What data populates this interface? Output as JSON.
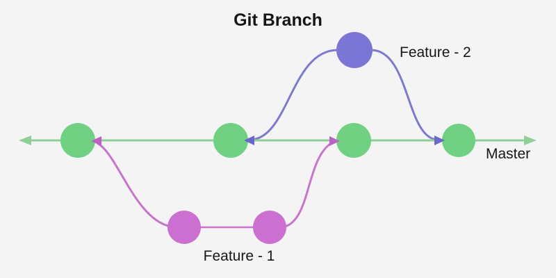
{
  "title": "Git Branch",
  "colors": {
    "background": "#f4f4f5",
    "text": "#161616",
    "master_line": "#8fce96",
    "master_commit": "#6fd181",
    "feature1_line": "#c873cc",
    "feature1_commit": "#cb70d0",
    "feature1_arrow": "#bc62c4",
    "feature2_line": "#7d78d2",
    "feature2_commit": "#7b76d6",
    "feature2_arrow": "#6b66cc"
  },
  "graph": {
    "branches": [
      {
        "id": "master",
        "label": "Master",
        "color": "#6fd181",
        "commit_count": 4,
        "direction": "horizontal, arrowheads on both ends"
      },
      {
        "id": "feature-1",
        "label": "Feature - 1",
        "color": "#cb70d0",
        "commit_count": 2,
        "branches_from": "master commit 1",
        "merges_into": "master commit 3",
        "position": "below master"
      },
      {
        "id": "feature-2",
        "label": "Feature - 2",
        "color": "#7b76d6",
        "commit_count": 1,
        "branches_from": "master commit 2",
        "merges_into": "master commit 4",
        "position": "above master"
      }
    ]
  }
}
